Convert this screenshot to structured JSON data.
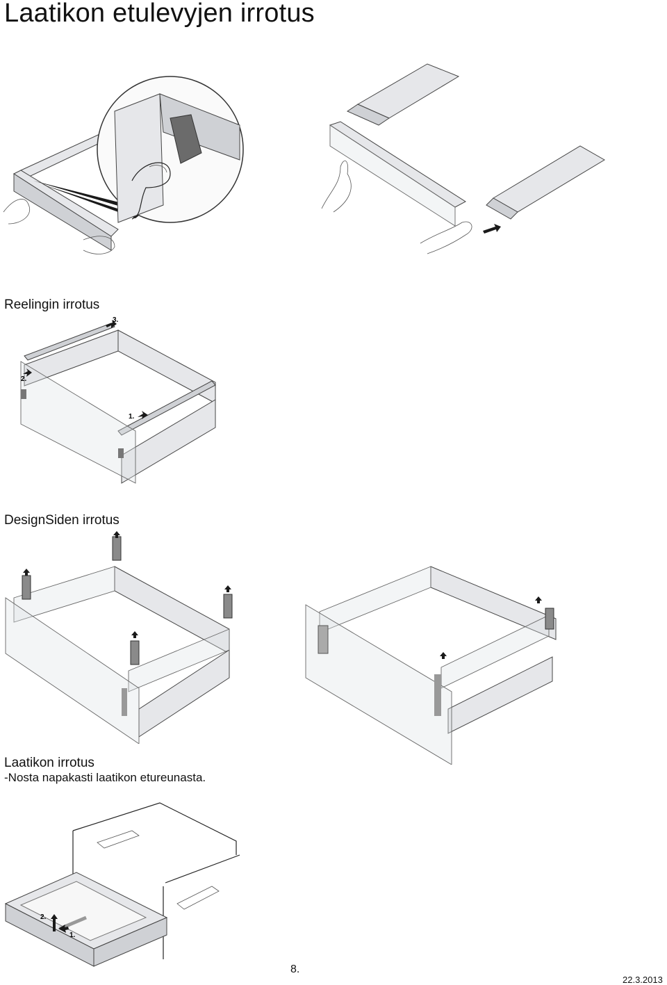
{
  "page": {
    "title": "Laatikon etulevyjen irrotus",
    "sections": {
      "rail": {
        "heading": "Reelingin irrotus"
      },
      "designside": {
        "heading": "DesignSiden irrotus"
      },
      "drawer": {
        "heading": "Laatikon irrotus",
        "instruction": "-Nosta napakasti laatikon etureunasta."
      }
    },
    "figure_labels": {
      "rail_step_3": "3.",
      "rail_step_2": "2.",
      "rail_step_1": "1.",
      "drawer_step_2": "2.",
      "drawer_step_1": "1."
    },
    "footer": {
      "page_number": "8.",
      "date": "22.3.2013"
    }
  }
}
